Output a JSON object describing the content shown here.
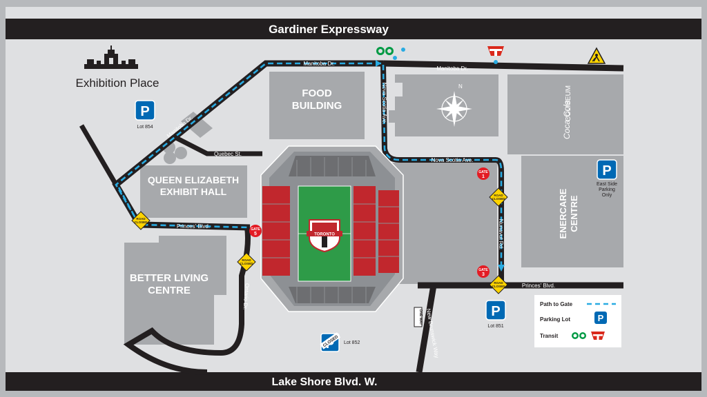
{
  "highways": {
    "top": "Gardiner Expressway",
    "bottom": "Lake Shore Blvd. W."
  },
  "venue_logo": {
    "name": "Exhibition Place"
  },
  "buildings": {
    "food": "FOOD\nBUILDING",
    "queen_elizabeth": "QUEEN ELIZABETH\nEXHIBIT HALL",
    "better_living": "BETTER LIVING\nCENTRE",
    "enercare": "ENERCARE\nCENTRE",
    "coliseum": "COLISEUM"
  },
  "streets": {
    "manitoba_1": "Manitoba Dr.",
    "manitoba_2": "Manitoba Dr.",
    "manitoba_3": "Manitoba Dr.",
    "quebec": "Quebec St.",
    "princes_1": "Princes' Blvd.",
    "princes_2": "Princes' Blvd.",
    "ontario": "Ontario Dr.",
    "nova_scotia_1": "Nova Scotia Ave.",
    "nova_scotia_2": "Nova Scotia Ave.",
    "nunavut": "Nunavut Rd.",
    "new_brunswick": "New Brunswick Way",
    "one_way": "ONE WAY"
  },
  "parking": {
    "lot_854": "Lot 854",
    "lot_851": "Lot 851",
    "lot_852": "Lot 852",
    "east_side": "East Side\nParking\nOnly",
    "closed_badge": "CLOSED",
    "symbol": "P"
  },
  "gates": [
    {
      "label": "GATE",
      "num": "1"
    },
    {
      "label": "GATE",
      "num": "3"
    },
    {
      "label": "GATE",
      "num": "5"
    }
  ],
  "road_closed": "ROAD\nCLOSED",
  "stadium": {
    "logo_text": "TORONTO"
  },
  "brands": {
    "coca_cola": "Coca-Cola"
  },
  "compass": "N",
  "legend": {
    "path": "Path to Gate",
    "parking": "Parking Lot",
    "transit": "Transit",
    "parking_symbol": "P",
    "go_symbol": "GO"
  },
  "colors": {
    "background": "#dfe0e2",
    "building": "#a7a9ac",
    "road": "#231f20",
    "path": "#29abe2",
    "parking": "#0069b4",
    "gate": "#e31b23",
    "seat_red": "#c1272d",
    "pitch": "#2e9b48",
    "caution": "#ffd400",
    "go_green": "#009a44",
    "ttc_red": "#da291c"
  }
}
